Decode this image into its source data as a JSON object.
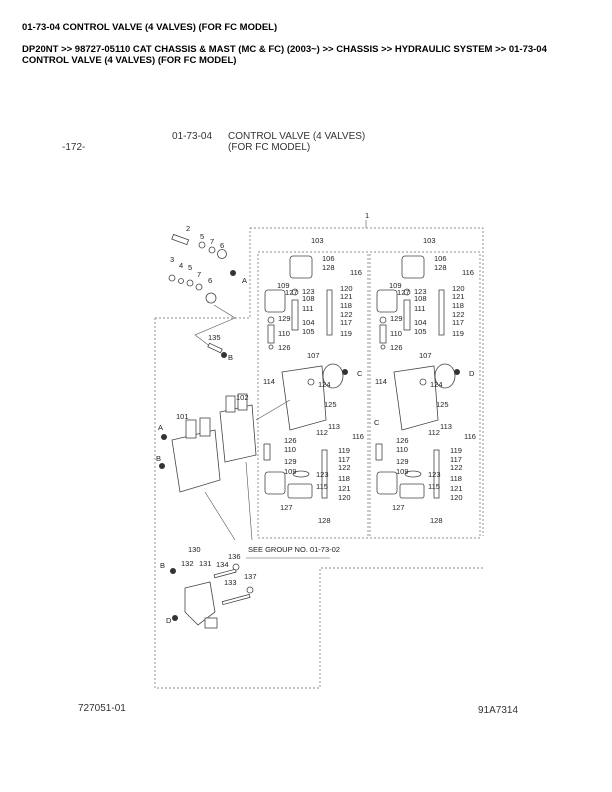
{
  "page_title": "01-73-04 CONTROL VALVE (4 VALVES) (FOR FC MODEL)",
  "breadcrumb": "DP20NT >> 98727-05110 CAT CHASSIS & MAST (MC & FC) (2003~) >> CHASSIS >> HYDRAULIC SYSTEM >> 01-73-04 CONTROL VALVE (4 VALVES) (FOR FC MODEL)",
  "diagram": {
    "page_no": "-172-",
    "group_no": "01-73-04",
    "group_title_1": "CONTROL VALVE (4 VALVES)",
    "group_title_2": "(FOR FC MODEL)",
    "see_group": "SEE GROUP NO. 01-73-02",
    "drawing_no": "727051-01",
    "ref_no": "91A7314",
    "labels": [
      "1",
      "2",
      "3",
      "4",
      "5",
      "5",
      "6",
      "6",
      "7",
      "7",
      "A",
      "135",
      "B",
      "103",
      "106",
      "128",
      "116",
      "109",
      "127",
      "123",
      "108",
      "111",
      "104",
      "105",
      "129",
      "110",
      "126",
      "107",
      "120",
      "121",
      "118",
      "122",
      "117",
      "119",
      "103",
      "106",
      "128",
      "116",
      "109",
      "127",
      "123",
      "108",
      "111",
      "104",
      "105",
      "129",
      "110",
      "126",
      "107",
      "120",
      "121",
      "118",
      "122",
      "117",
      "119",
      "114",
      "124",
      "C",
      "125",
      "112",
      "113",
      "126",
      "110",
      "129",
      "109",
      "123",
      "115",
      "127",
      "128",
      "116",
      "119",
      "117",
      "122",
      "118",
      "121",
      "120",
      "114",
      "124",
      "D",
      "125",
      "112",
      "113",
      "C",
      "126",
      "110",
      "129",
      "109",
      "123",
      "115",
      "127",
      "128",
      "116",
      "119",
      "117",
      "122",
      "118",
      "121",
      "120",
      "102",
      "101",
      "A",
      "B",
      "130",
      "132",
      "131",
      "134",
      "136",
      "137",
      "133",
      "B",
      "D"
    ]
  }
}
